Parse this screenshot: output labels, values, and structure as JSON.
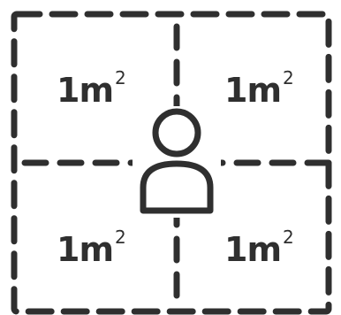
{
  "quadrants": {
    "top_left": {
      "value": "1m",
      "exponent": "2"
    },
    "top_right": {
      "value": "1m",
      "exponent": "2"
    },
    "bottom_left": {
      "value": "1m",
      "exponent": "2"
    },
    "bottom_right": {
      "value": "1m",
      "exponent": "2"
    }
  },
  "colors": {
    "line": "#2f2f2f",
    "background": "#ffffff"
  },
  "icons": {
    "center": "person-icon"
  }
}
